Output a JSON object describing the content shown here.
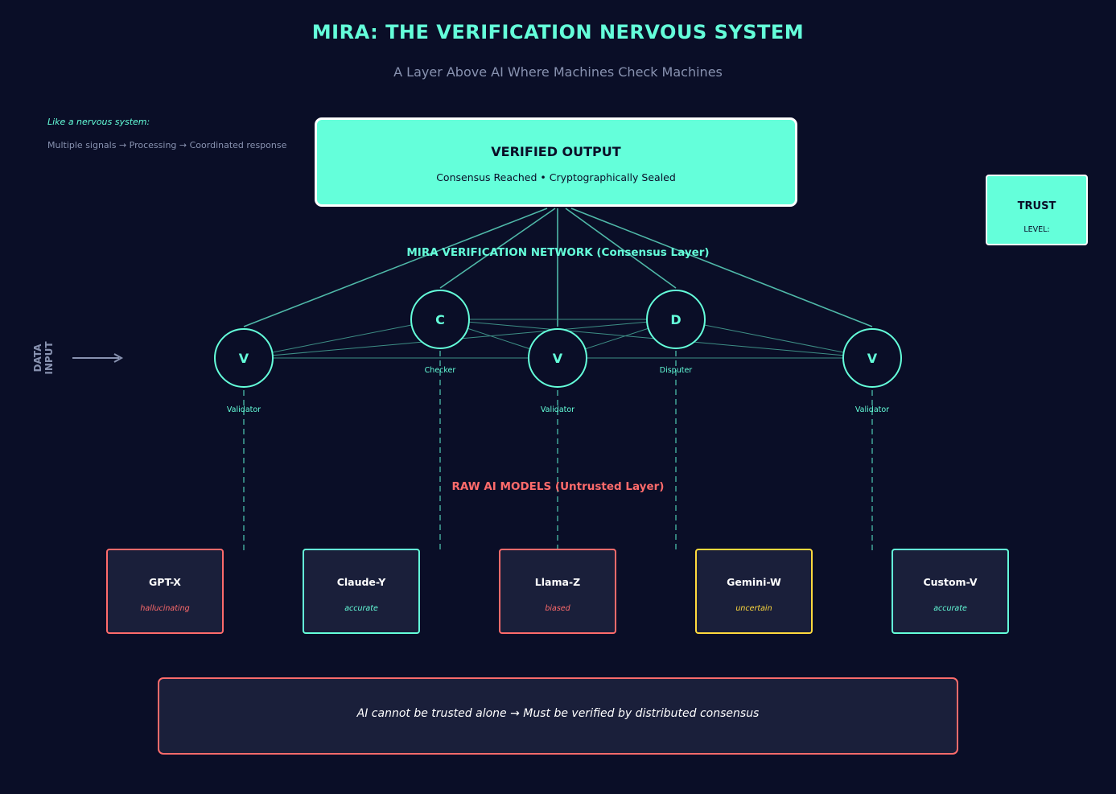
{
  "title": "MIRA: THE VERIFICATION NERVOUS SYSTEM",
  "subtitle": "A Layer Above AI Where Machines Check Machines",
  "note": {
    "line1": "Like a nervous system:",
    "line2": "Multiple signals → Processing → Coordinated response"
  },
  "verified_output": {
    "title": "VERIFIED OUTPUT",
    "subtitle": "Consensus Reached • Cryptographically Sealed"
  },
  "trust": {
    "title": "TRUST",
    "level_label": "LEVEL:"
  },
  "network_label": "MIRA VERIFICATION NETWORK (Consensus Layer)",
  "data_input_label": "DATA\nINPUT",
  "nodes": [
    {
      "letter": "V",
      "role": "Validator"
    },
    {
      "letter": "C",
      "role": "Checker"
    },
    {
      "letter": "V",
      "role": "Validator"
    },
    {
      "letter": "D",
      "role": "Disputer"
    },
    {
      "letter": "V",
      "role": "Validator"
    }
  ],
  "raw_label": "RAW AI MODELS (Untrusted Layer)",
  "models": [
    {
      "name": "GPT-X",
      "status": "hallucinating",
      "color": "#ff6b6b"
    },
    {
      "name": "Claude-Y",
      "status": "accurate",
      "color": "#64ffda"
    },
    {
      "name": "Llama-Z",
      "status": "biased",
      "color": "#ff6b6b"
    },
    {
      "name": "Gemini-W",
      "status": "uncertain",
      "color": "#ffd93d"
    },
    {
      "name": "Custom-V",
      "status": "accurate",
      "color": "#64ffda"
    }
  ],
  "bottom_message": "AI cannot be trusted alone → Must be verified by distributed consensus",
  "colors": {
    "background": "#0a0e27",
    "accent": "#64ffda",
    "danger": "#ff6b6b",
    "warning": "#ffd93d",
    "muted": "#8892b0",
    "panel": "#1a1f3a"
  }
}
